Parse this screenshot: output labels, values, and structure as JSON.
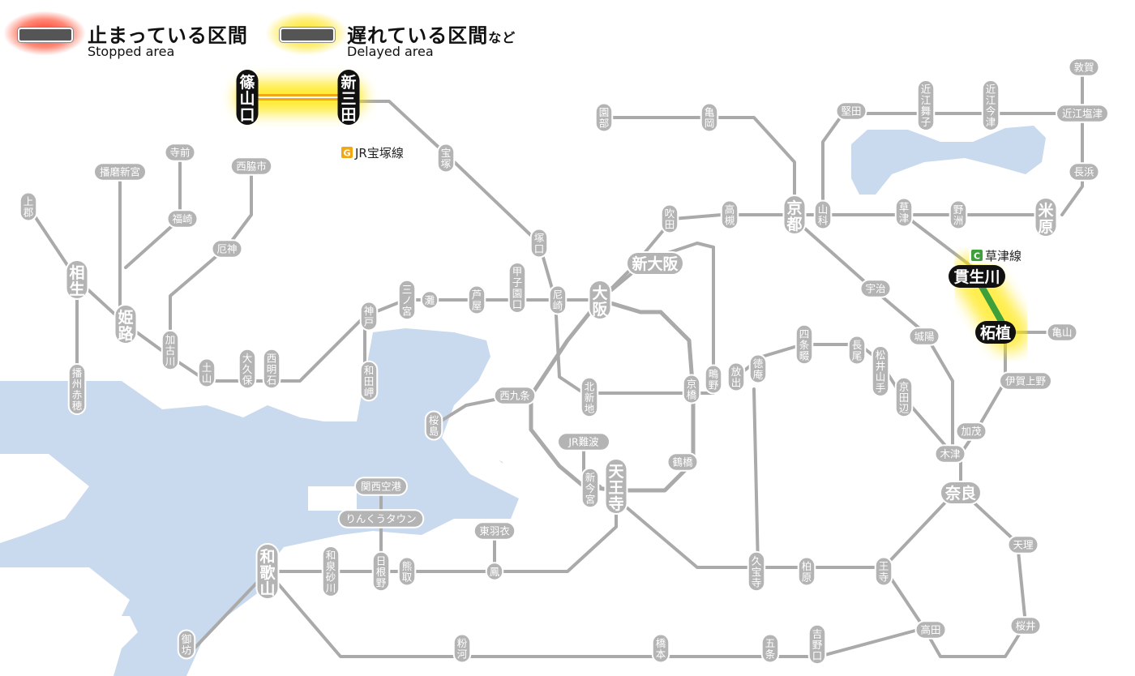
{
  "legend": {
    "stopped_jp": "止まっている区間",
    "stopped_en": "Stopped area",
    "delayed_jp": "遅れている区間",
    "delayed_suffix": "など",
    "delayed_en": "Delayed area"
  },
  "colors": {
    "sea": "#c9d9ee",
    "line": "#aaaaaa",
    "station_fill": "#b4b4b4",
    "station_text": "#ffffff",
    "highlight_station_fill": "#111111",
    "delay_line": "#f3a712",
    "delay_glow": "#ffe600",
    "kusatsu_line": "#3ea03a",
    "takarazuka_badge": "#f3a712",
    "kusatsu_badge": "#3ea03a"
  },
  "line_labels": {
    "takarazuka": {
      "badge": "G",
      "name": "JR宝塚線"
    },
    "kusatsu": {
      "badge": "C",
      "name": "草津線"
    }
  },
  "highlight_stations": {
    "sasayamaguchi": "篠山口",
    "shinsanda": "新三田",
    "nukata": "貫生川",
    "tsuge": "柘植"
  },
  "stations": {
    "kamigori": "上郡",
    "harimashinguu": "播磨新宮",
    "teramae": "寺前",
    "nishiwakishi": "西脇市",
    "fukusaki": "福崎",
    "yakujin": "厄神",
    "aioi": "相生",
    "himeji": "姫路",
    "kakogawa": "加古川",
    "doyama": "土山",
    "okubo": "大久保",
    "nishiakashi": "西明石",
    "banshuako": "播州赤穂",
    "kobe": "神戸",
    "wadamisaki": "和田岬",
    "sannomiya": "三ノ宮",
    "nada": "灘",
    "ashiya": "芦屋",
    "koshienguchi": "甲子園口",
    "amagasaki": "尼崎",
    "takarazuka": "宝塚",
    "tsukaguchi": "塚口",
    "osaka": "大阪",
    "shinosaka": "新大阪",
    "suita": "吹田",
    "takatsuki": "高槻",
    "kyoto": "京都",
    "yamashina": "山科",
    "sonobe": "園部",
    "kameoka": "亀岡",
    "katata": "堅田",
    "omimaiko": "近江舞子",
    "omiimazu": "近江今津",
    "tsuruga": "敦賀",
    "omishiotsu": "近江塩津",
    "nagahama": "長浜",
    "maibara": "米原",
    "kusatsu": "草津",
    "yasu": "野洲",
    "uji": "宇治",
    "joyo": "城陽",
    "kameyama": "亀山",
    "igaueno": "伊賀上野",
    "kamo": "加茂",
    "kizu": "木津",
    "nara": "奈良",
    "tenri": "天理",
    "sakurai": "桜井",
    "takada": "高田",
    "oji": "王寺",
    "kashiwara": "柏原",
    "kyuhoji": "久宝寺",
    "hanaten": "放出",
    "tokuan": "徳庵",
    "shijonawate": "四条畷",
    "nagao": "長尾",
    "matsuiyamate": "松井山手",
    "kyotanabe": "京田辺",
    "kyobashi": "京橋",
    "shigino": "鴫野",
    "kitashinchi": "北新地",
    "nishikujo": "西九条",
    "sakurajima": "桜島",
    "jrnamba": "JR難波",
    "shinimamiya": "新今宮",
    "tennoji": "天王寺",
    "tsuruhashi": "鶴橋",
    "kansaikuko": "関西空港",
    "rinkutown": "りんくうタウン",
    "higashihagoromo": "東羽衣",
    "otori": "鳳",
    "hineno": "日根野",
    "kumatori": "熊取",
    "izumisunagawa": "和泉砂川",
    "wakayama": "和歌山",
    "gobo": "御坊",
    "kokawa": "粉河",
    "hashimoto": "橋本",
    "gojo": "五条",
    "yoshinoguchi": "吉野口"
  }
}
